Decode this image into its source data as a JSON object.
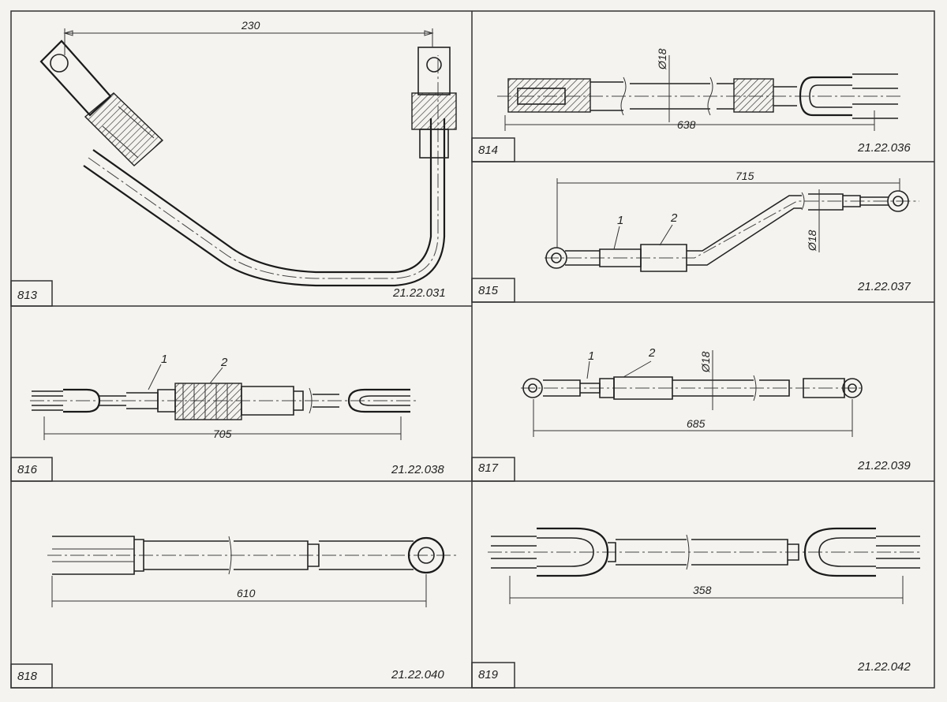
{
  "panels": [
    {
      "id": "813",
      "code": "21.22.031",
      "dims": [
        "230"
      ]
    },
    {
      "id": "814",
      "code": "21.22.036",
      "dims": [
        "638",
        "Ø18"
      ]
    },
    {
      "id": "815",
      "code": "21.22.037",
      "dims": [
        "715",
        "Ø18"
      ],
      "callouts": [
        "1",
        "2"
      ]
    },
    {
      "id": "816",
      "code": "21.22.038",
      "dims": [
        "705"
      ],
      "callouts": [
        "1",
        "2"
      ]
    },
    {
      "id": "817",
      "code": "21.22.039",
      "dims": [
        "685",
        "Ø18"
      ],
      "callouts": [
        "1",
        "2"
      ]
    },
    {
      "id": "818",
      "code": "21.22.040",
      "dims": [
        "610"
      ]
    },
    {
      "id": "819",
      "code": "21.22.042",
      "dims": [
        "358"
      ]
    }
  ]
}
